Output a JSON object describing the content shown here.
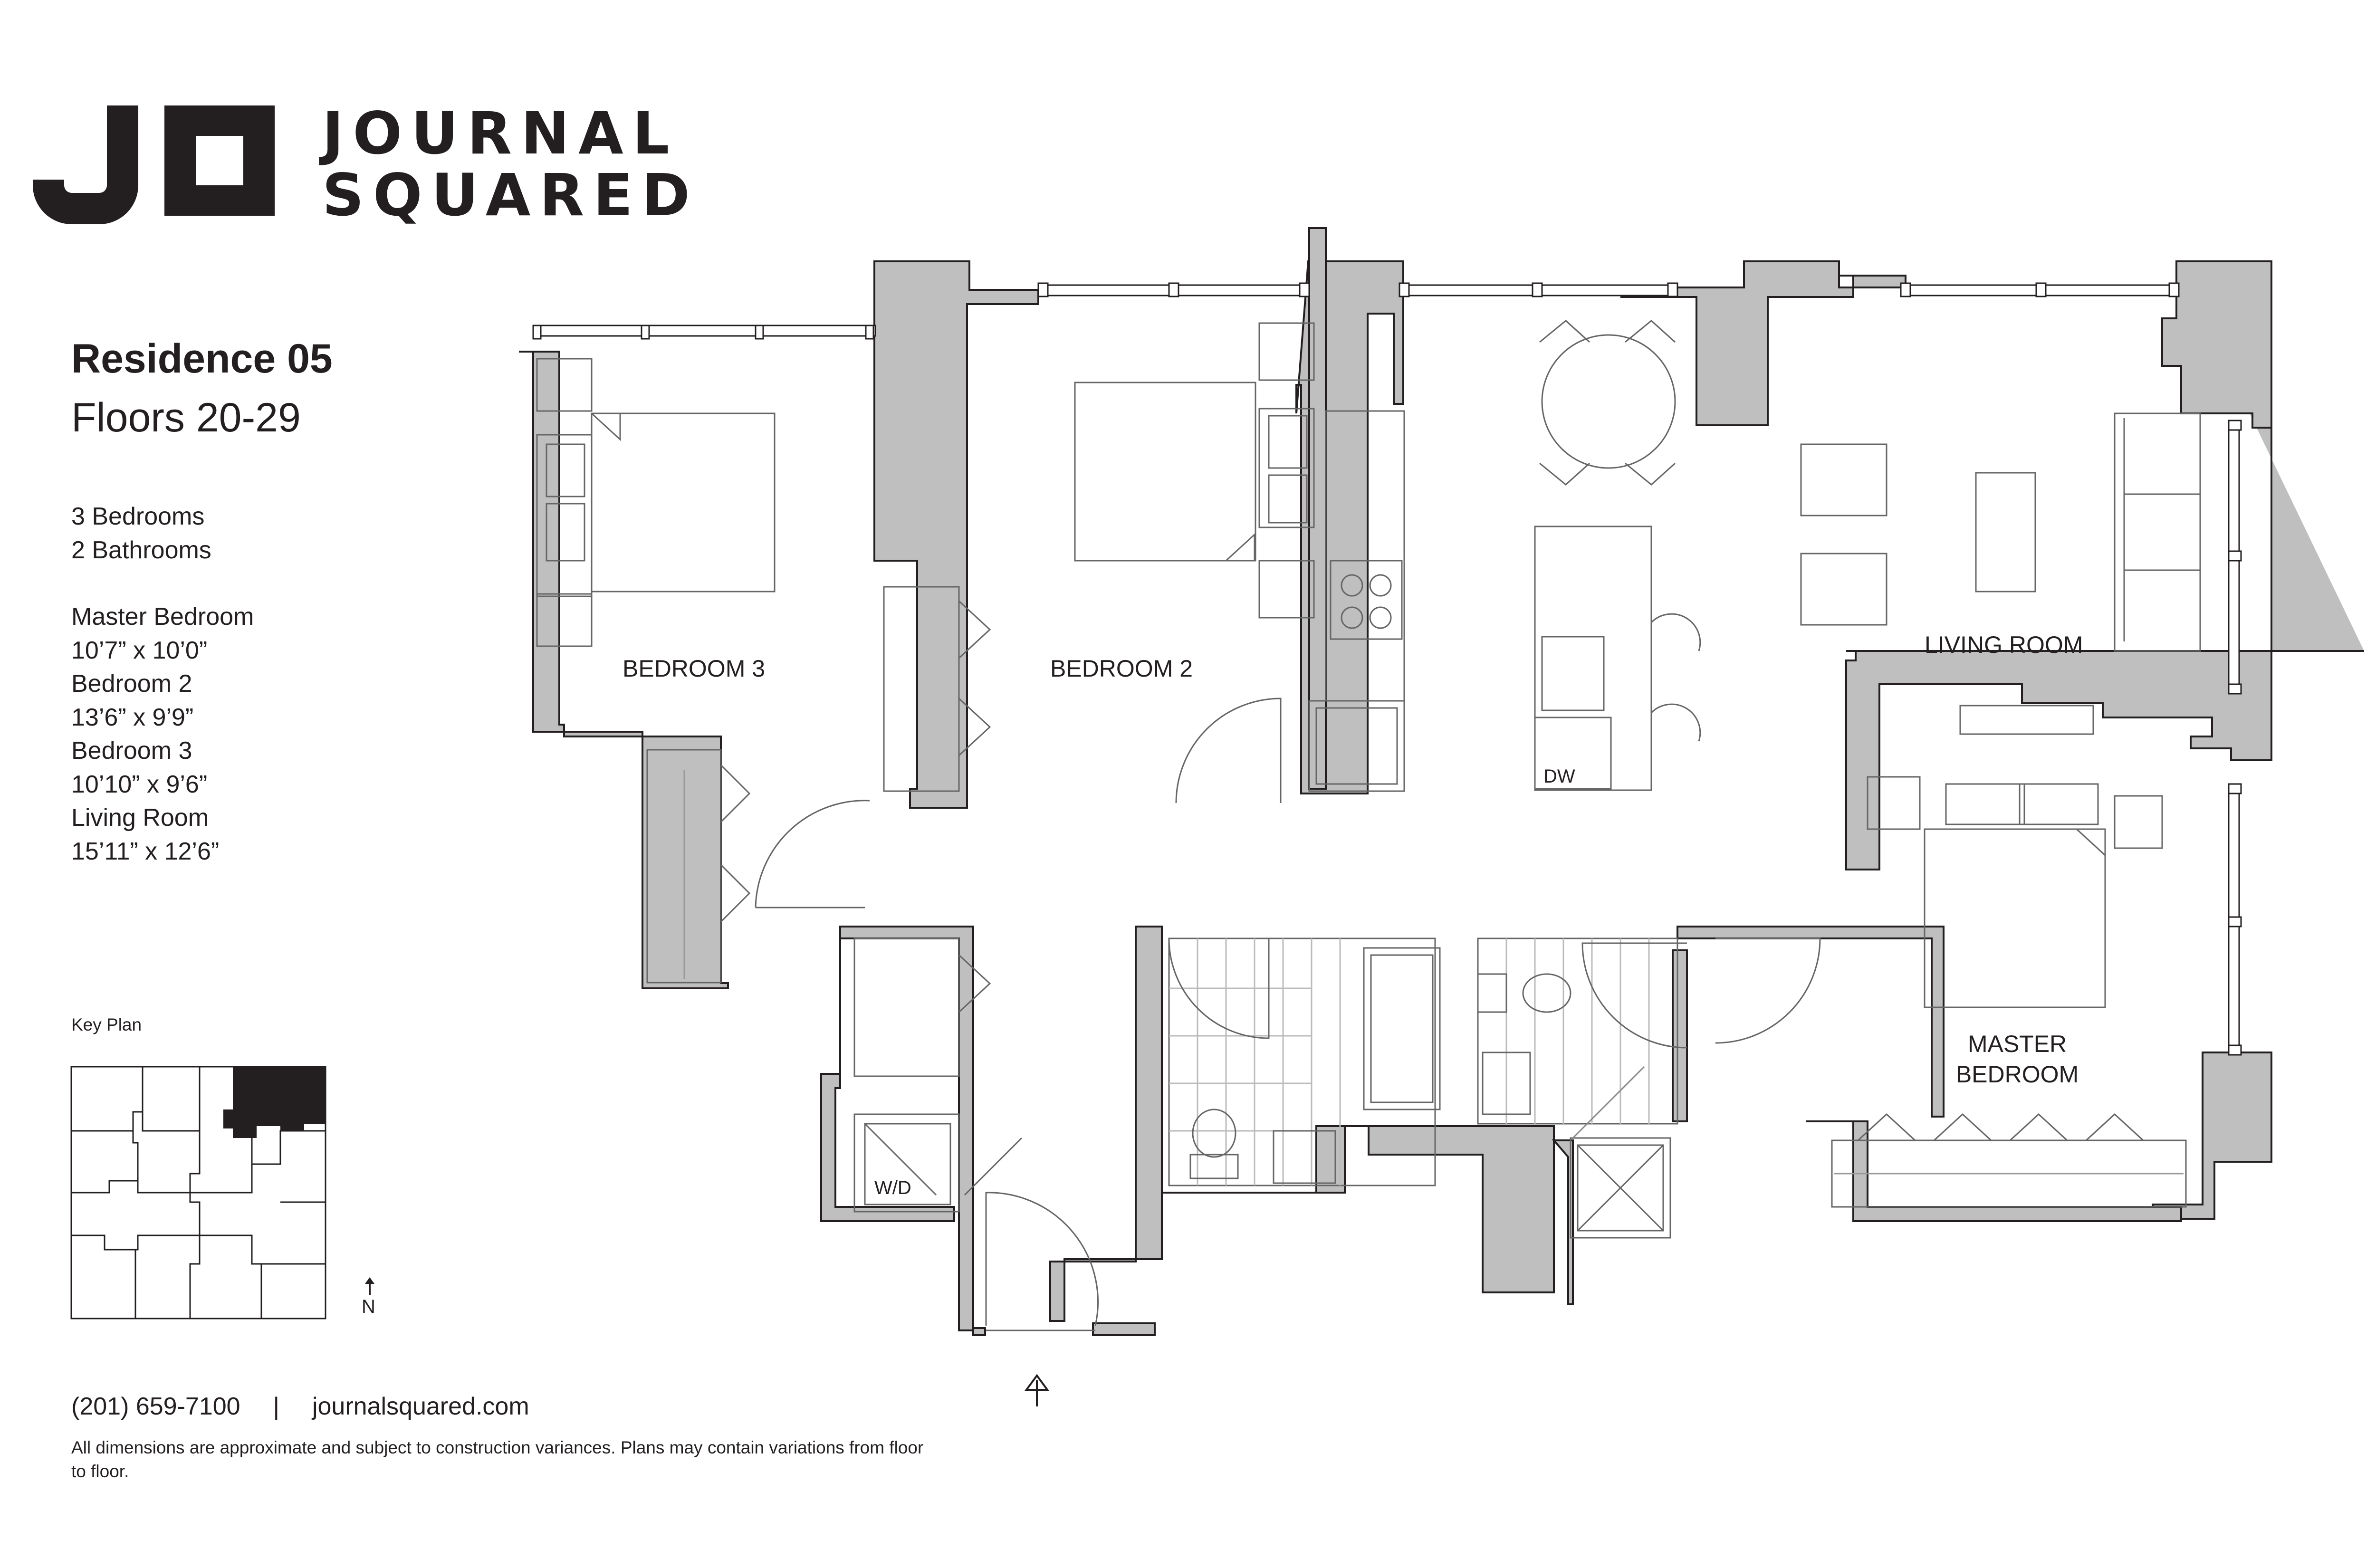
{
  "brand": {
    "logo_mark": "JO",
    "name_line1": "JOURNAL",
    "name_line2": "SQUARED"
  },
  "residence": {
    "title": "Residence 05",
    "floors": "Floors 20-29"
  },
  "specs": {
    "bedrooms": "3 Bedrooms",
    "bathrooms": "2 Bathrooms",
    "rooms": [
      {
        "name": "Master Bedroom",
        "dimensions": "10’7” x 10’0”"
      },
      {
        "name": "Bedroom 2",
        "dimensions": "13’6” x 9’9”"
      },
      {
        "name": "Bedroom 3",
        "dimensions": "10’10” x 9’6”"
      },
      {
        "name": "Living Room",
        "dimensions": "15’11” x 12’6”"
      }
    ]
  },
  "key_plan": {
    "title": "Key Plan",
    "north_label": "N"
  },
  "floor_plan": {
    "labels": {
      "bedroom3": "BEDROOM 3",
      "bedroom2": "BEDROOM 2",
      "living_room": "LIVING ROOM",
      "master_bedroom_line1": "MASTER",
      "master_bedroom_line2": "BEDROOM",
      "dishwasher": "DW",
      "washer_dryer": "W/D"
    }
  },
  "footer": {
    "phone": "(201) 659-7100",
    "separator": "|",
    "website": "journalsquared.com",
    "disclaimer": "All dimensions are approximate and subject to construction variances. Plans may contain variations from floor to floor."
  },
  "colors": {
    "ink": "#231f20",
    "wall_fill": "#bfbfbf",
    "line": "#555555"
  }
}
